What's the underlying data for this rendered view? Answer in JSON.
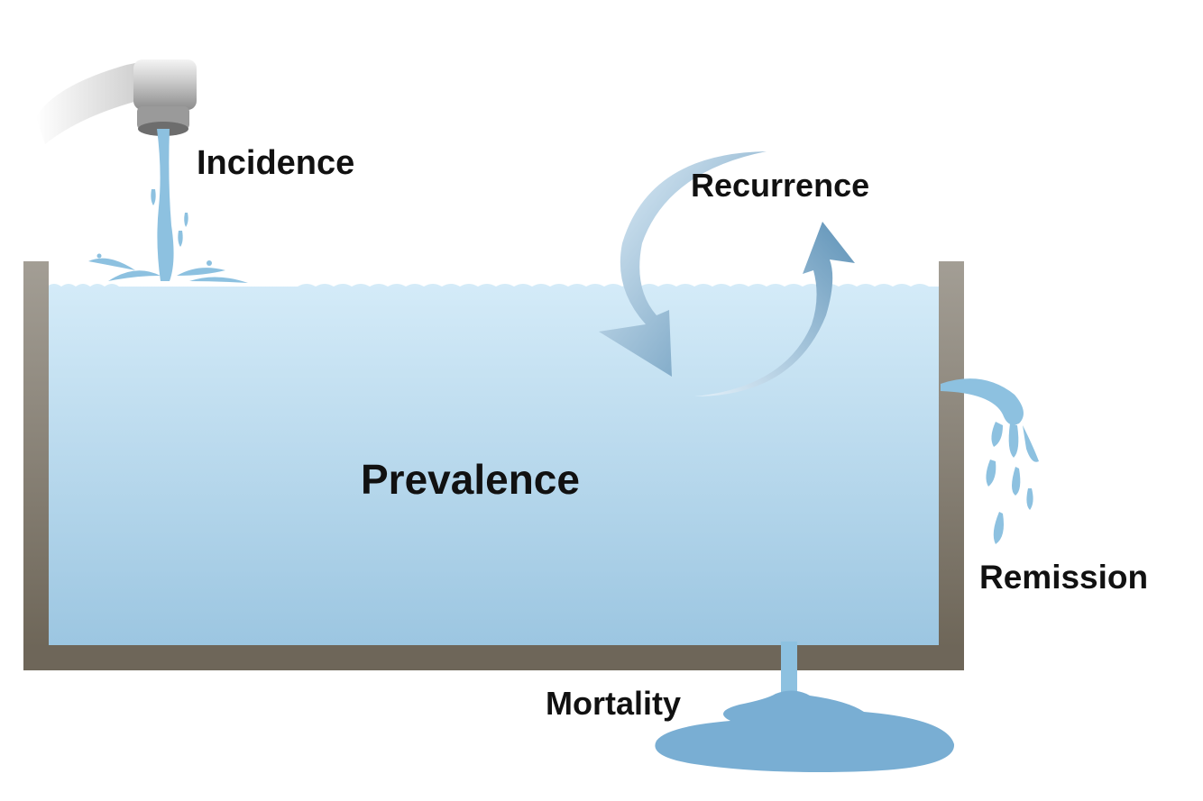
{
  "diagram": {
    "labels": {
      "incidence": "Incidence",
      "recurrence": "Recurrence",
      "prevalence": "Prevalence",
      "remission": "Remission",
      "mortality": "Mortality"
    },
    "colors": {
      "water_top": "#d2e9f7",
      "water_bottom": "#9fc9e3",
      "tank_wall_top": "#9a958c",
      "tank_wall_bottom": "#6e6659",
      "stream": "#8dc1e0",
      "arrow": "#5f93b8",
      "text": "#111111"
    }
  }
}
